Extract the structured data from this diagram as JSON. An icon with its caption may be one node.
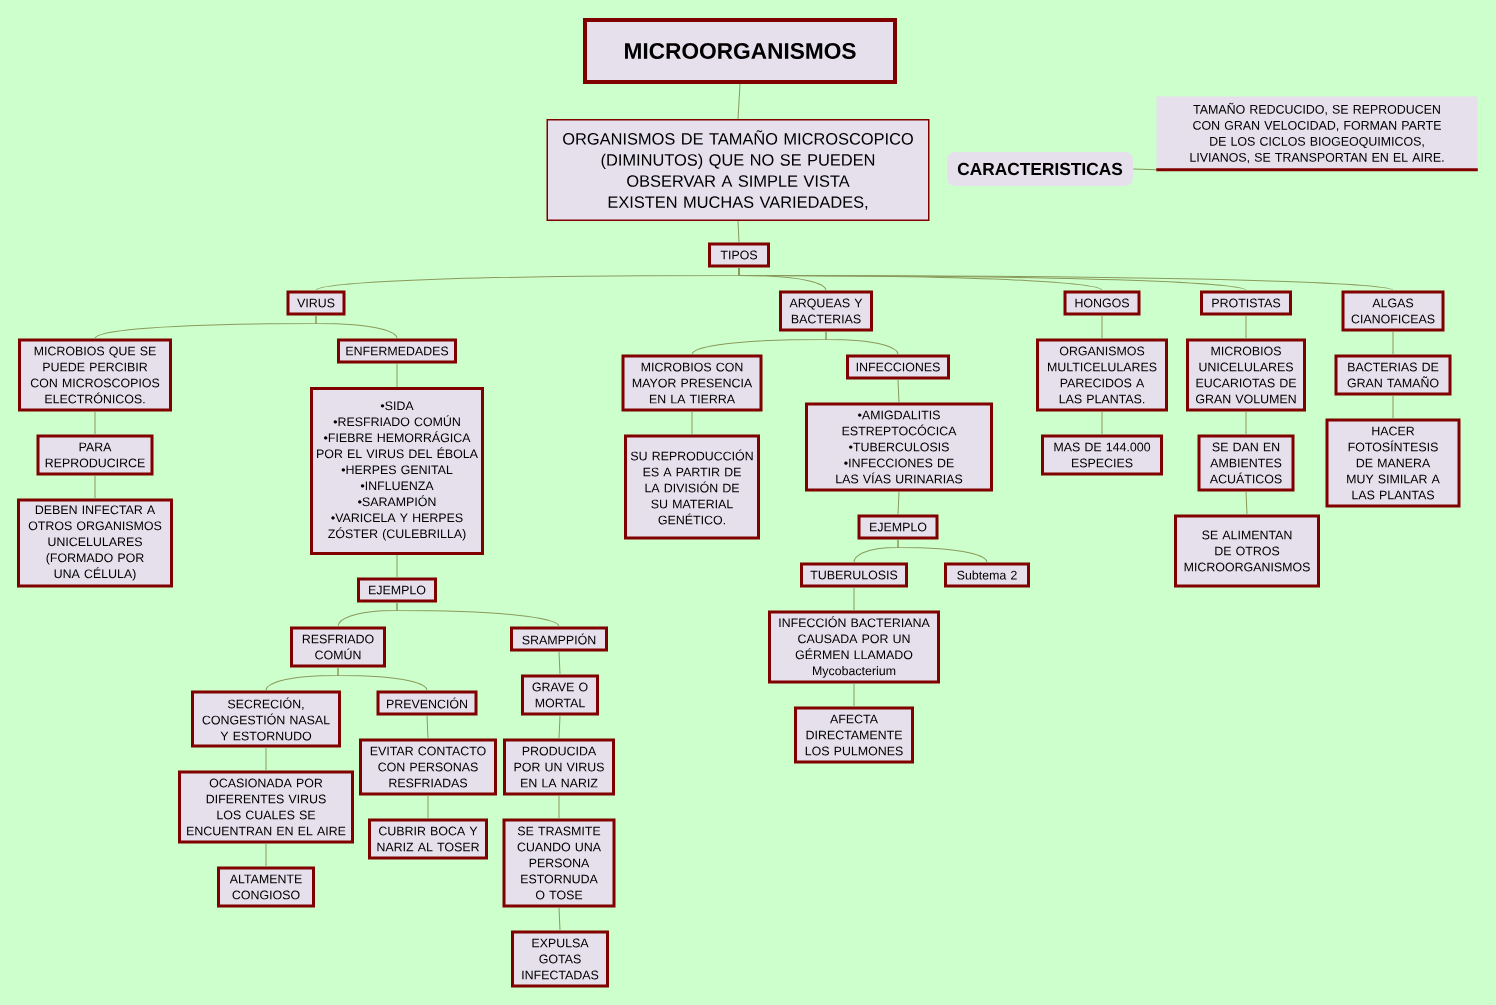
{
  "diagram": {
    "nodes": [
      {
        "text": [
          "MICROORGANISMOS"
        ]
      },
      {
        "text": [
          "ORGANISMOS DE TAMAÑO MICROSCOPICO (DIMINUTOS) QUE NO SE PUEDEN OBSERVAR A SIMPLE VISTA EXISTEN MUCHAS VARIEDADES,"
        ]
      },
      {
        "text": [
          "CARACTERISTICAS"
        ]
      },
      {
        "text": [
          "TAMAÑO REDCUCIDO, SE REPRODUCEN CON GRAN VELOCIDAD, FORMAN PARTE DE LOS CICLOS BIOGEOQUIMICOS, LIVIANOS, SE TRANSPORTAN EN EL AIRE."
        ]
      },
      {
        "text": [
          "TIPOS"
        ]
      },
      {
        "text": [
          "VIRUS"
        ]
      },
      {
        "text": [
          "ARQUEAS Y BACTERIAS"
        ]
      },
      {
        "text": [
          "HONGOS"
        ]
      },
      {
        "text": [
          "PROTISTAS"
        ]
      },
      {
        "text": [
          "ALGAS CIANOFICEAS"
        ]
      },
      {
        "text": [
          "MICROBIOS QUE SE PUEDE PERCIBIR CON MICROSCOPIOS ELECTRÓNICOS."
        ]
      },
      {
        "text": [
          "ENFERMEDADES"
        ]
      },
      {
        "text": [
          "PARA REPRODUCIRCE"
        ]
      },
      {
        "text": [
          "DEBEN INFECTAR A OTROS ORGANISMOS UNICELULARES (FORMADO POR UNA CÉLULA)"
        ]
      },
      {
        "text": [
          "•SIDA",
          "•RESFRIADO COMÚN",
          "•FIEBRE HEMORRÁGICA POR EL VIRUS DEL ÉBOLA",
          "•HERPES GENITAL",
          "•INFLUENZA",
          "•SARAMPIÓN",
          "•VARICELA Y HERPES ZÓSTER (CULEBRILLA)"
        ]
      },
      {
        "text": [
          "EJEMPLO"
        ]
      },
      {
        "text": [
          "RESFRIADO COMÚN"
        ]
      },
      {
        "text": [
          "SRAMPPIÓN"
        ]
      },
      {
        "text": [
          "SECRECIÓN, CONGESTIÓN NASAL Y ESTORNUDO"
        ]
      },
      {
        "text": [
          "PREVENCIÓN"
        ]
      },
      {
        "text": [
          "OCASIONADA POR DIFERENTES VIRUS LOS CUALES SE ENCUENTRAN EN EL AIRE"
        ]
      },
      {
        "text": [
          "ALTAMENTE CONGIOSO"
        ]
      },
      {
        "text": [
          "EVITAR CONTACTO CON PERSONAS RESFRIADAS"
        ]
      },
      {
        "text": [
          "CUBRIR BOCA Y NARIZ AL TOSER"
        ]
      },
      {
        "text": [
          "GRAVE O MORTAL"
        ]
      },
      {
        "text": [
          "PRODUCIDA POR UN VIRUS EN LA NARIZ"
        ]
      },
      {
        "text": [
          "SE TRASMITE CUANDO UNA PERSONA ESTORNUDA O TOSE"
        ]
      },
      {
        "text": [
          "EXPULSA GOTAS INFECTADAS"
        ]
      },
      {
        "text": [
          "MICROBIOS CON MAYOR PRESENCIA EN LA TIERRA"
        ]
      },
      {
        "text": [
          "INFECCIONES"
        ]
      },
      {
        "text": [
          "SU REPRODUCCIÓN ES A PARTIR DE LA DIVISIÓN DE SU MATERIAL GENÉTICO."
        ]
      },
      {
        "text": [
          "•AMIGDALITIS ESTREPTOCÓCICA",
          "•TUBERCULOSIS",
          "•INFECCIONES DE LAS VÍAS URINARIAS"
        ]
      },
      {
        "text": [
          "EJEMPLO"
        ]
      },
      {
        "text": [
          "TUBERULOSIS"
        ]
      },
      {
        "text": [
          "Subtema 2"
        ]
      },
      {
        "text": [
          "INFECCIÓN BACTERIANA CAUSADA POR UN GÉRMEN LLAMADO Mycobacterium"
        ]
      },
      {
        "text": [
          "AFECTA DIRECTAMENTE LOS PULMONES"
        ]
      },
      {
        "text": [
          "ORGANISMOS MULTICELULARES PARECIDOS A LAS PLANTAS."
        ]
      },
      {
        "text": [
          "MAS DE 144.000 ESPECIES"
        ]
      },
      {
        "text": [
          "MICROBIOS UNICELULARES EUCARIOTAS DE GRAN VOLUMEN"
        ]
      },
      {
        "text": [
          "SE DAN EN AMBIENTES ACUÁTICOS"
        ]
      },
      {
        "text": [
          "SE ALIMENTAN DE OTROS MICROORGANISMOS"
        ]
      },
      {
        "text": [
          "BACTERIAS DE GRAN TAMAÑO"
        ]
      },
      {
        "text": [
          "HACER FOTOSÍNTESIS DE MANERA MUY SIMILAR A LAS PLANTAS"
        ]
      }
    ],
    "edges": [
      {
        "from": 0,
        "to": 1,
        "arrow": "none"
      },
      {
        "from": 1,
        "to": 4,
        "arrow": "none"
      },
      {
        "from": 2,
        "to": 3,
        "arrow": "none"
      },
      {
        "from": 4,
        "to": 5,
        "arrow": "none"
      },
      {
        "from": 4,
        "to": 6,
        "arrow": "none"
      },
      {
        "from": 4,
        "to": 7,
        "arrow": "none"
      },
      {
        "from": 4,
        "to": 8,
        "arrow": "none"
      },
      {
        "from": 4,
        "to": 9,
        "arrow": "none"
      },
      {
        "from": 5,
        "to": 10,
        "arrow": "none"
      },
      {
        "from": 5,
        "to": 11,
        "arrow": "none"
      },
      {
        "from": 10,
        "to": 12,
        "arrow": "none"
      },
      {
        "from": 12,
        "to": 13,
        "arrow": "none"
      },
      {
        "from": 11,
        "to": 14,
        "arrow": "none"
      },
      {
        "from": 14,
        "to": 15,
        "arrow": "none"
      },
      {
        "from": 15,
        "to": 16,
        "arrow": "none"
      },
      {
        "from": 15,
        "to": 17,
        "arrow": "none"
      },
      {
        "from": 16,
        "to": 18,
        "arrow": "none"
      },
      {
        "from": 16,
        "to": 19,
        "arrow": "none"
      },
      {
        "from": 18,
        "to": 20,
        "arrow": "none"
      },
      {
        "from": 20,
        "to": 21,
        "arrow": "none"
      },
      {
        "from": 19,
        "to": 22,
        "arrow": "none"
      },
      {
        "from": 22,
        "to": 23,
        "arrow": "none"
      },
      {
        "from": 17,
        "to": 24,
        "arrow": "none"
      },
      {
        "from": 24,
        "to": 25,
        "arrow": "none"
      },
      {
        "from": 25,
        "to": 26,
        "arrow": "none"
      },
      {
        "from": 26,
        "to": 27,
        "arrow": "none"
      },
      {
        "from": 6,
        "to": 28,
        "arrow": "none"
      },
      {
        "from": 6,
        "to": 29,
        "arrow": "none"
      },
      {
        "from": 28,
        "to": 30,
        "arrow": "none"
      },
      {
        "from": 29,
        "to": 31,
        "arrow": "none"
      },
      {
        "from": 31,
        "to": 32,
        "arrow": "none"
      },
      {
        "from": 32,
        "to": 33,
        "arrow": "none"
      },
      {
        "from": 32,
        "to": 34,
        "arrow": "none"
      },
      {
        "from": 33,
        "to": 35,
        "arrow": "none"
      },
      {
        "from": 35,
        "to": 36,
        "arrow": "none"
      },
      {
        "from": 7,
        "to": 37,
        "arrow": "none"
      },
      {
        "from": 37,
        "to": 38,
        "arrow": "none"
      },
      {
        "from": 8,
        "to": 39,
        "arrow": "none"
      },
      {
        "from": 39,
        "to": 40,
        "arrow": "none"
      },
      {
        "from": 40,
        "to": 41,
        "arrow": "none"
      },
      {
        "from": 9,
        "to": 42,
        "arrow": "none"
      },
      {
        "from": 42,
        "to": 43,
        "arrow": "none"
      }
    ]
  }
}
